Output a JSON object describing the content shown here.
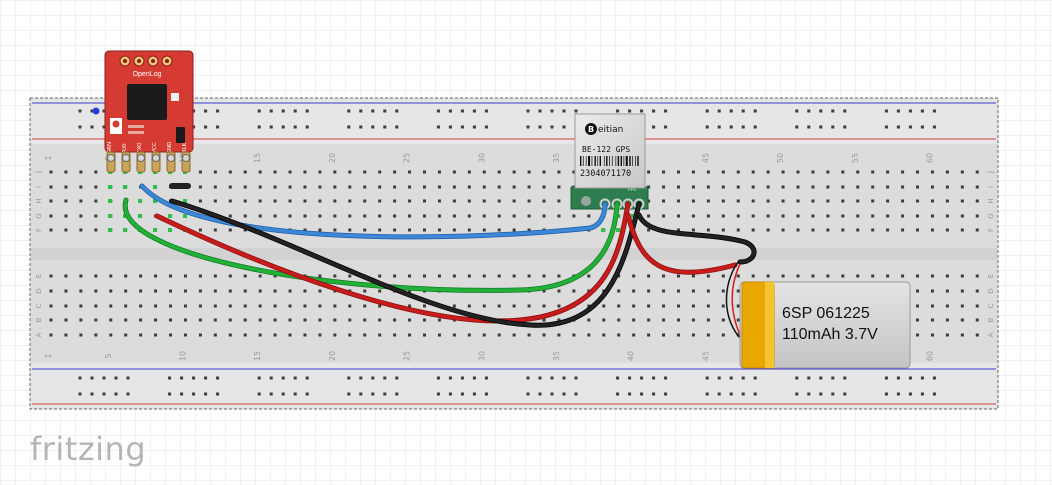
{
  "app": {
    "brand": "fritzing"
  },
  "breadboard": {
    "column_numbers": [
      "1",
      "5",
      "10",
      "15",
      "20",
      "25",
      "30",
      "35",
      "40",
      "45",
      "50",
      "55",
      "60"
    ],
    "row_letters_top": [
      "J",
      "I",
      "H",
      "G",
      "F"
    ],
    "row_letters_bottom": [
      "E",
      "D",
      "C",
      "B",
      "A"
    ]
  },
  "openlog": {
    "name": "OpenLog",
    "pin_labels": [
      "GRN",
      "RXI",
      "TXO",
      "VCC",
      "GND",
      "BLK"
    ],
    "colors": {
      "board": "#d63b33",
      "chip": "#1b1b1b"
    }
  },
  "gps": {
    "brand": "Beitian",
    "model": "BE-122 GPS",
    "serial": "2304071170",
    "pcb_label": "PPS",
    "colors": {
      "board": "#2e7d4f",
      "shield": "#d9d9d9"
    }
  },
  "battery": {
    "line1": "6SP 061225",
    "line2": "110mAh 3.7V",
    "colors": {
      "cell": "#d2d2d2",
      "tape": "#e8a800"
    }
  },
  "wires": [
    {
      "name": "blue-wire",
      "color": "#3d87d6"
    },
    {
      "name": "green-wire",
      "color": "#22b038"
    },
    {
      "name": "red-wire",
      "color": "#c81c1c"
    },
    {
      "name": "black-wire",
      "color": "#222222"
    }
  ]
}
